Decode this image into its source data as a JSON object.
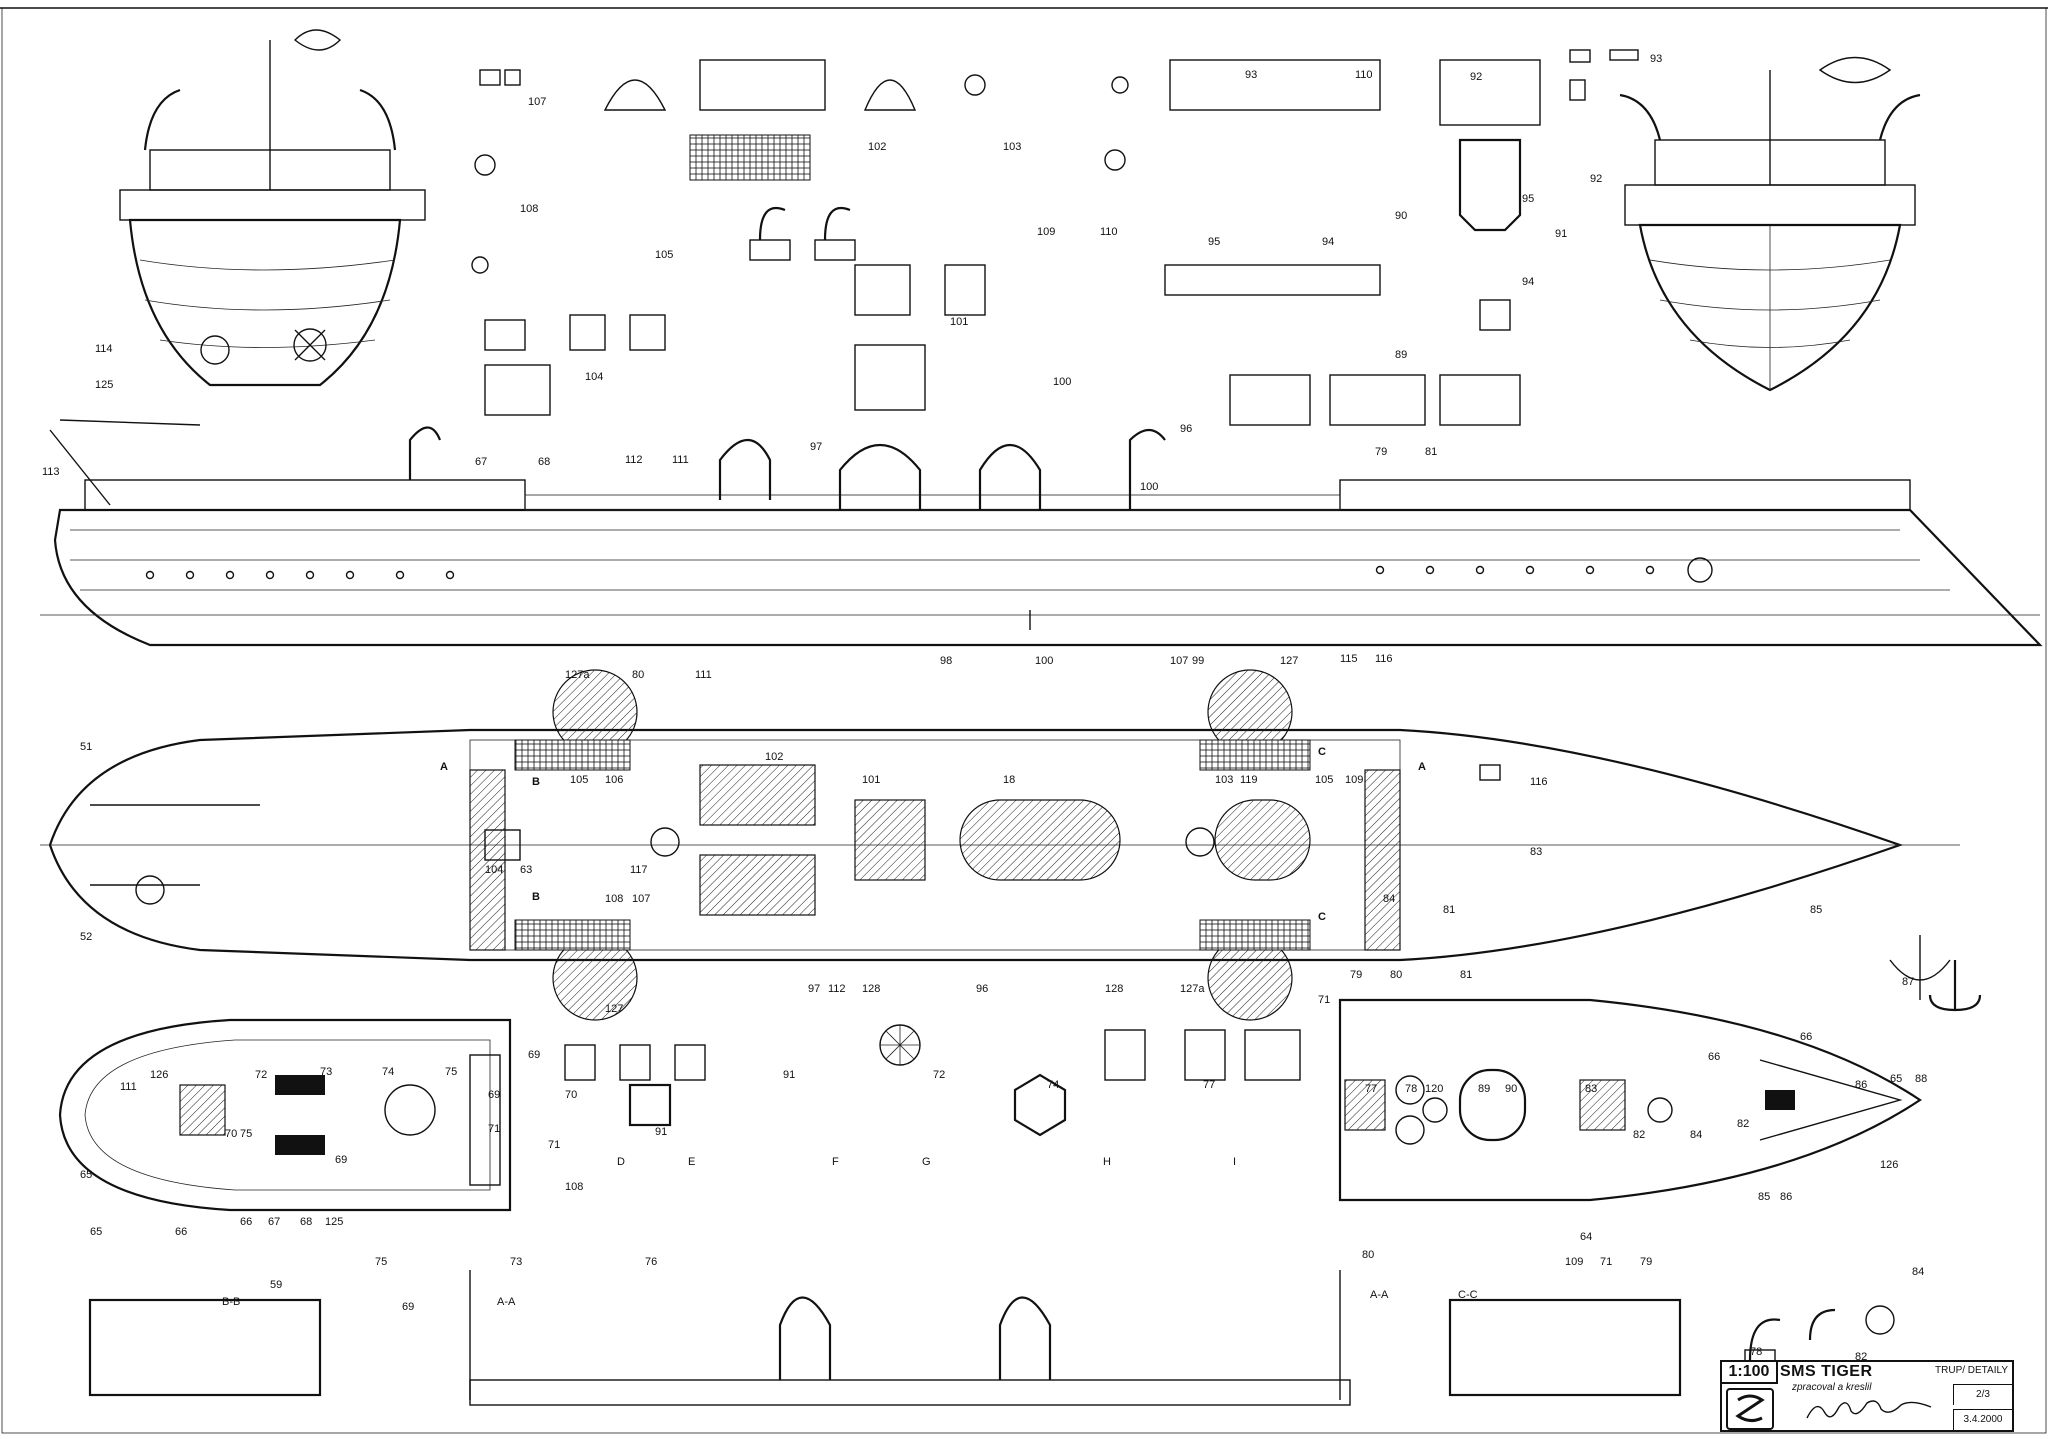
{
  "title_block": {
    "scale": "1:100",
    "ship_name": "SMS TIGER",
    "sheet_type": "TRUP/ DETAILY",
    "credit": "zpracoval a kreslil",
    "sheet_number": "2/3",
    "date": "3.4.2000"
  },
  "callouts": {
    "c114": "114",
    "c125": "125",
    "c113": "113",
    "c67": "67",
    "c68": "68",
    "c112": "112",
    "c111": "111",
    "c97": "97",
    "c100": "100",
    "c96": "96",
    "c79": "79",
    "c81": "81",
    "c116": "116",
    "c115": "115",
    "c127": "127",
    "c107": "107",
    "c99": "99",
    "c98": "98",
    "c127a": "127a",
    "c80": "80",
    "c102": "102",
    "c101": "101",
    "c18": "18",
    "c103": "103",
    "c119": "119",
    "c105": "105",
    "c109": "109",
    "c106": "106",
    "c117": "117",
    "c63": "63",
    "c108": "108",
    "c104": "104",
    "c52": "52",
    "c51": "51",
    "c84": "84",
    "c128": "128",
    "c126": "126",
    "c72": "72",
    "c73": "73",
    "c74": "74",
    "c75": "75",
    "c69": "69",
    "c70": "70",
    "c71": "71",
    "c65": "65",
    "c66": "66",
    "c59": "59",
    "c76": "76",
    "c77": "77",
    "c78": "78",
    "c120": "120",
    "c89": "89",
    "c90": "90",
    "c83": "83",
    "c82": "82",
    "c85": "85",
    "c86": "86",
    "c87": "87",
    "c88": "88",
    "c93": "93",
    "c110": "110",
    "c92": "92",
    "c95": "95",
    "c91": "91",
    "c94": "94",
    "c64": "64"
  },
  "section_marks": {
    "a": "A",
    "b": "B",
    "c": "C",
    "aa": "A-A",
    "bb": "B-B",
    "cc": "C-C",
    "d": "D",
    "e": "E",
    "f": "F",
    "g": "G",
    "h": "H",
    "i": "I"
  },
  "icons": [
    "steering-wheel-icon",
    "propeller-icon",
    "anchor-icon",
    "ventilator-icon",
    "capstan-icon",
    "lifebuoy-icon",
    "crest-ornament-icon",
    "signature-icon",
    "logo-mark-icon"
  ]
}
